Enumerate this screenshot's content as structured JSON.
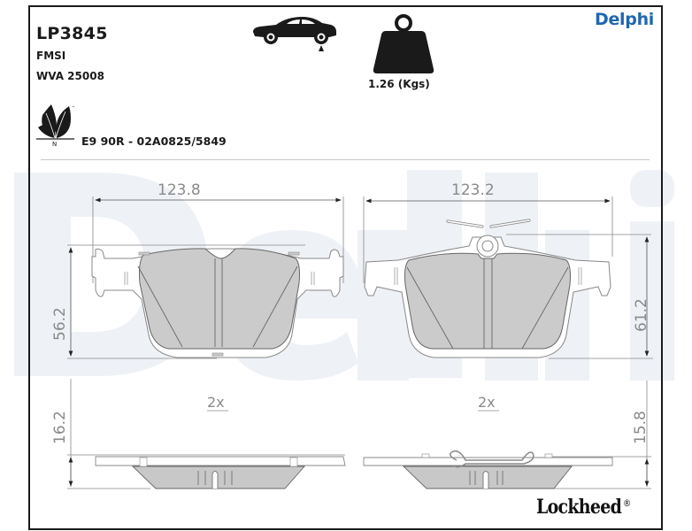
{
  "header": {
    "part_number": "LP3845",
    "fmsi_label": "FMSI",
    "wva_label": "WVA 25008",
    "ece_approval": "E9 90R - 02A0825/5849",
    "weight": "1.26 (Kgs)",
    "brand": "Delphi",
    "footer_brand": "Lockheed",
    "footer_registered": "®"
  },
  "icons": {
    "car": "car-rear-axle-icon",
    "weight": "weight-icon",
    "eco": "eco-leaf-icon",
    "eco_label": "N",
    "eco_tm": "™"
  },
  "colors": {
    "brand_blue": "#1f67b0",
    "watermark": "#eef1f6",
    "friction_material": "#c8c8c8",
    "outline": "#888888",
    "frame": "#1a1a1a"
  },
  "drawings": {
    "pad_left": {
      "width": "123.8",
      "height": "56.2",
      "thickness": "16.2",
      "quantity": "2x"
    },
    "pad_right": {
      "width": "123.2",
      "height": "61.2",
      "thickness": "15.8",
      "quantity": "2x"
    }
  },
  "watermark_text": "Delphi"
}
